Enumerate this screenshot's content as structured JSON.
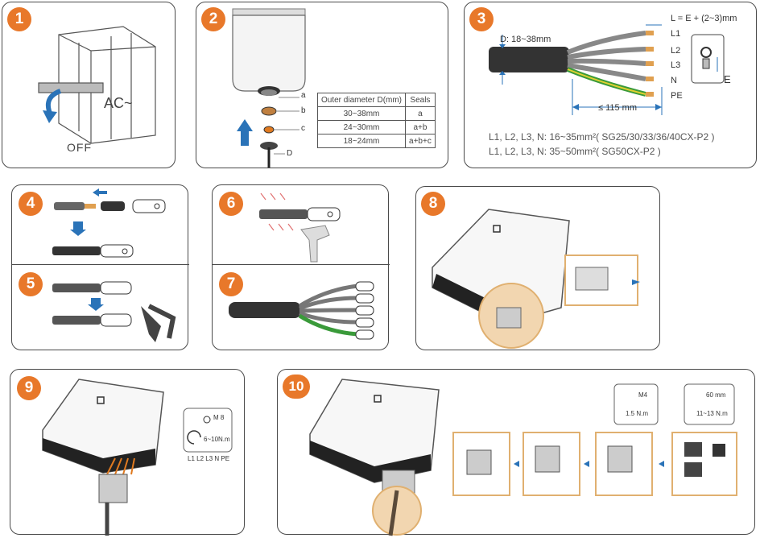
{
  "steps": [
    {
      "number": "1"
    },
    {
      "number": "2"
    },
    {
      "number": "3"
    },
    {
      "number": "4"
    },
    {
      "number": "5"
    },
    {
      "number": "6"
    },
    {
      "number": "7"
    },
    {
      "number": "8"
    },
    {
      "number": "9"
    },
    {
      "number": "10"
    }
  ],
  "step1": {
    "ac_label": "AC~",
    "off_label": "OFF"
  },
  "step2": {
    "labels": {
      "a": "a",
      "b": "b",
      "c": "c",
      "d": "D"
    },
    "table": {
      "headers": [
        "Outer diameter D(mm)",
        "Seals"
      ],
      "rows": [
        [
          "30~38mm",
          "a"
        ],
        [
          "24~30mm",
          "a+b"
        ],
        [
          "18~24mm",
          "a+b+c"
        ]
      ]
    }
  },
  "step3": {
    "diameter": "D: 18~38mm",
    "length_formula": "L = E + (2~3)mm",
    "wires": [
      "L1",
      "L2",
      "L3",
      "N",
      "PE"
    ],
    "strip_length": "≤ 115 mm",
    "e_label": "E",
    "spec1": "L1, L2, L3, N: 16~35mm²( SG25/30/33/36/40CX-P2 )",
    "spec2": "L1, L2, L3, N: 35~50mm²( SG50CX-P2 )"
  },
  "step9": {
    "screw": "M 8",
    "torque": "6~10N.m",
    "terminals": "L1 L2 L3 N PE"
  },
  "step10": {
    "screw": "M4",
    "torque": "1.5 N.m",
    "wrench": "60 mm",
    "torque2": "11~13 N.m"
  },
  "colors": {
    "accent": "#e8782a",
    "arrow": "#2a73b8",
    "border": "#4a4a4a",
    "callout": "#e0b070"
  }
}
